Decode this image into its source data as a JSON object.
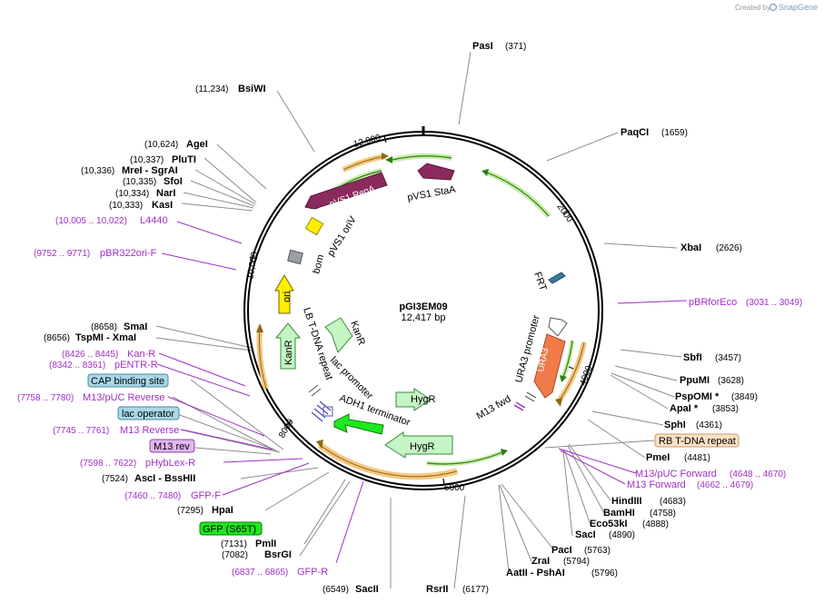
{
  "credit": {
    "prefix": "Created by",
    "brand": "SnapGene"
  },
  "plasmid": {
    "name": "pGI3EM09",
    "length": "12,417 bp"
  },
  "ring_ticks": [
    "2000",
    "4000",
    "6000",
    "8000",
    "10,000",
    "12,000"
  ],
  "features": {
    "pvs1_stab": "pVS1 StaA",
    "pvs1_repa": "pVS1 RepA",
    "pvs1_oriv": "pVS1 oriV",
    "bom": "bom",
    "ori": "ori",
    "kanr_inner": "KanR",
    "kanr_outer": "KanR",
    "lb_repeat": "LB T-DNA repeat",
    "lac_promoter": "lac promoter",
    "adh1_terminator": "ADH1 terminator",
    "hygr_1": "HygR",
    "hygr_2": "HygR",
    "frt": "FRT",
    "ura3_promoter": "URA3 promoter",
    "ura3": "URA3",
    "m13_fwd": "M13 fwd"
  },
  "sites": [
    {
      "name": "PasI",
      "pos": "(371)"
    },
    {
      "name": "PaqCI",
      "pos": "(1659)"
    },
    {
      "name": "XbaI",
      "pos": "(2626)"
    },
    {
      "name": "SbfI",
      "pos": "(3457)"
    },
    {
      "name": "PpuMI",
      "pos": "(3628)"
    },
    {
      "name": "PspOMI *",
      "pos": "(3849)"
    },
    {
      "name": "ApaI *",
      "pos": "(3853)"
    },
    {
      "name": "SphI",
      "pos": "(4361)"
    },
    {
      "name": "PmeI",
      "pos": "(4481)"
    },
    {
      "name": "HindIII",
      "pos": "(4683)"
    },
    {
      "name": "BamHI",
      "pos": "(4758)"
    },
    {
      "name": "Eco53kI",
      "pos": "(4888)"
    },
    {
      "name": "SacI",
      "pos": "(4890)"
    },
    {
      "name": "PacI",
      "pos": "(5763)"
    },
    {
      "name": "ZraI",
      "pos": "(5794)"
    },
    {
      "name": "AatII - PshAI",
      "pos": "(5796)"
    },
    {
      "name": "RsrII",
      "pos": "(6177)"
    },
    {
      "name": "SacII",
      "pos": "(6549)"
    },
    {
      "name": "BsrGI",
      "pos": "(7082)"
    },
    {
      "name": "PmlI",
      "pos": "(7131)"
    },
    {
      "name": "HpaI",
      "pos": "(7295)"
    },
    {
      "name": "AscI - BssHII",
      "pos": "(7524)"
    },
    {
      "name": "TspMI - XmaI",
      "pos": "(8656)"
    },
    {
      "name": "SmaI",
      "pos": "(8658)"
    },
    {
      "name": "KasI",
      "pos": "(10,333)"
    },
    {
      "name": "NarI",
      "pos": "(10,334)"
    },
    {
      "name": "SfoI",
      "pos": "(10,335)"
    },
    {
      "name": "MreI - SgrAI",
      "pos": "(10,336)"
    },
    {
      "name": "PluTI",
      "pos": "(10,337)"
    },
    {
      "name": "AgeI",
      "pos": "(10,624)"
    },
    {
      "name": "BsiWI",
      "pos": "(11,234)"
    }
  ],
  "primers": [
    {
      "name": "pBRforEco",
      "pos": "(3031 .. 3049)"
    },
    {
      "name": "M13/pUC Forward",
      "pos": "(4648 .. 4670)"
    },
    {
      "name": "M13 Forward",
      "pos": "(4662 .. 4679)"
    },
    {
      "name": "GFP-R",
      "pos": "(6837 .. 6865)"
    },
    {
      "name": "GFP-F",
      "pos": "(7460 .. 7480)"
    },
    {
      "name": "pHybLex-R",
      "pos": "(7598 .. 7622)"
    },
    {
      "name": "M13 Reverse",
      "pos": "(7745 .. 7761)"
    },
    {
      "name": "M13/pUC Reverse",
      "pos": "(7758 .. 7780)"
    },
    {
      "name": "pENTR-R",
      "pos": "(8342 .. 8361)"
    },
    {
      "name": "Kan-R",
      "pos": "(8426 .. 8445)"
    },
    {
      "name": "pBR322ori-F",
      "pos": "(9752 .. 9771)"
    },
    {
      "name": "L4440",
      "pos": "(10,005 .. 10,022)"
    }
  ],
  "boxed_features": {
    "rb_tdna": "RB T-DNA repeat",
    "cap_site": "CAP binding site",
    "lac_operator": "lac operator",
    "m13_rev": "M13 rev",
    "gfp": "GFP (S65T)"
  },
  "colors": {
    "backbone": "#000000",
    "site_line": "#8c8c8c",
    "primer": "#a02ec8",
    "repa": "#8b2a5c",
    "ori": "#ffff00",
    "resistance": "#c5f4c5",
    "ura3": "#f07a4a",
    "gfp": "#1ee81e",
    "orange_band": "#f5c77e",
    "green_band": "#c8ecaa",
    "rb_box": "#fde0c4",
    "cap_box": "#a8d8e8",
    "m13rev_box": "#e0b6f0"
  }
}
